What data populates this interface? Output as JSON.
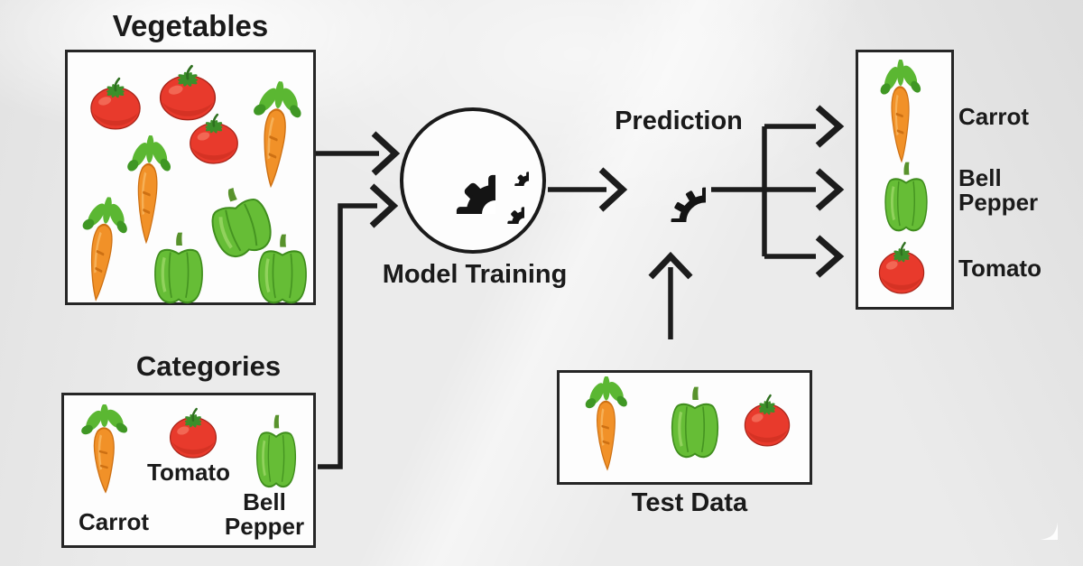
{
  "colors": {
    "background": "#ebebeb",
    "box_background": "#fdfdfd",
    "box_border": "#262626",
    "line": "#1c1c1c",
    "text": "#1a1a1a",
    "tomato_red": "#e83a2c",
    "carrot_orange": "#f19128",
    "pepper_green": "#66bd36"
  },
  "icons": {
    "model_training": "gears-icon",
    "prediction": "gear-ring-icon",
    "decoration": "sparkle-icon",
    "vegetable_types": [
      "tomato-icon",
      "carrot-icon",
      "bell-pepper-icon"
    ]
  },
  "vegetables_panel": {
    "title": "Vegetables",
    "items": [
      "tomato",
      "tomato",
      "tomato",
      "carrot",
      "carrot",
      "carrot",
      "bell-pepper",
      "bell-pepper",
      "bell-pepper"
    ]
  },
  "categories_panel": {
    "title": "Categories",
    "items": [
      {
        "type": "carrot",
        "label": "Carrot"
      },
      {
        "type": "tomato",
        "label": "Tomato"
      },
      {
        "type": "bell-pepper",
        "label": "Bell Pepper"
      }
    ]
  },
  "model_training": {
    "label": "Model Training"
  },
  "prediction": {
    "label": "Prediction"
  },
  "test_data": {
    "label": "Test Data",
    "items": [
      "carrot",
      "bell-pepper",
      "tomato"
    ]
  },
  "output_panel": {
    "items": [
      {
        "type": "carrot",
        "label": "Carrot"
      },
      {
        "type": "bell-pepper",
        "label": "Bell Pepper"
      },
      {
        "type": "tomato",
        "label": "Tomato"
      }
    ]
  }
}
